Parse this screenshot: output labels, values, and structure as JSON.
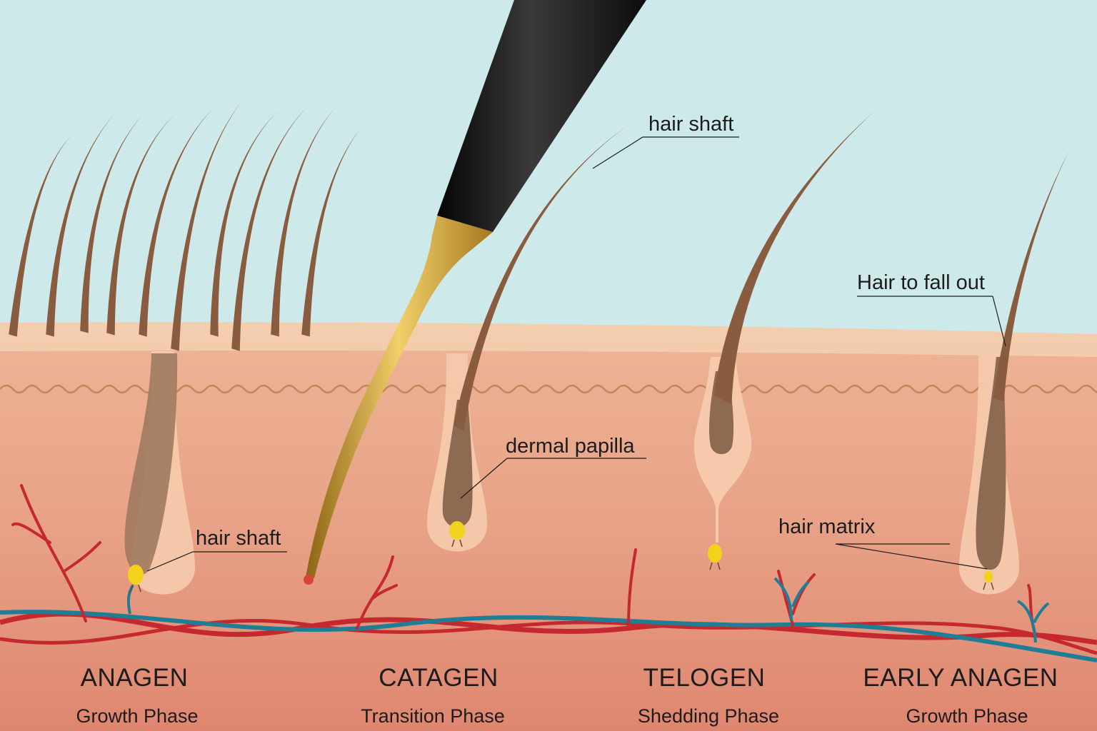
{
  "colors": {
    "sky": "#cde9e9",
    "skin_top": "#f0c3a3",
    "dermis": "#e7a085",
    "hair": "#8a5c3f",
    "artery": "#c5292f",
    "vein": "#1f7d96",
    "papilla": "#f2d21b",
    "tool_body": "#1a1a1a",
    "tool_tip": "#c99a2e"
  },
  "labels": {
    "hair_shaft_top": "hair shaft",
    "hair_shaft_left": "hair shaft",
    "dermal_papilla": "dermal papilla",
    "hair_matrix": "hair matrix",
    "hair_to_fall_out": "Hair to fall out"
  },
  "phases": [
    {
      "name": "ANAGEN",
      "subtitle": "Growth Phase"
    },
    {
      "name": "CATAGEN",
      "subtitle": "Transition Phase"
    },
    {
      "name": "TELOGEN",
      "subtitle": "Shedding Phase"
    },
    {
      "name": "EARLY ANAGEN",
      "subtitle": "Growth Phase"
    }
  ],
  "icons": {
    "tool": "electrolysis-probe-icon"
  }
}
